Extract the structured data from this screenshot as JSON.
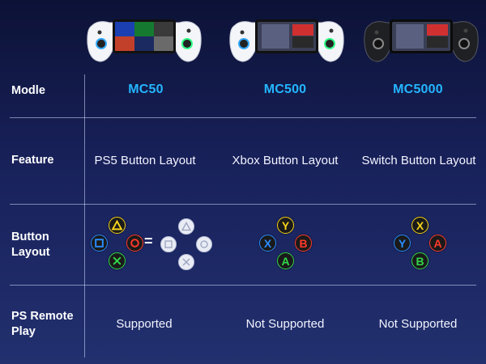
{
  "rows": {
    "model_label": "Modle",
    "feature_label": "Feature",
    "button_label": "Button Layout",
    "remote_label": "PS Remote Play"
  },
  "models": [
    {
      "name": "MC50",
      "feature": "PS5 Button Layout",
      "remote_play": "Supported"
    },
    {
      "name": "MC500",
      "feature": "Xbox Button Layout",
      "remote_play": "Not Supported"
    },
    {
      "name": "MC5000",
      "feature": "Switch Button Layout",
      "remote_play": "Not Supported"
    }
  ],
  "button_letters": {
    "y": "Y",
    "x": "X",
    "b": "B",
    "a": "A"
  },
  "equals_sign": "=",
  "colors": {
    "accent": "#24b6ff",
    "y_yellow": "#f5d21a",
    "x_blue": "#2a8cff",
    "b_red": "#ff3a2a",
    "a_green": "#33d64a"
  }
}
